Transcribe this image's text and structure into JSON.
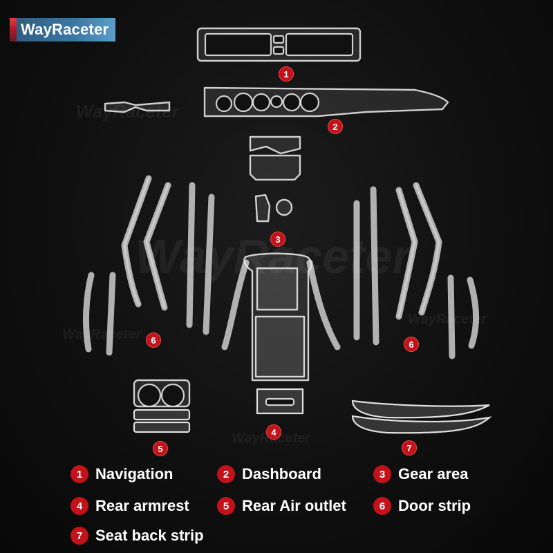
{
  "brand": {
    "name": "WayRaceter"
  },
  "watermark": {
    "text": "WayRaceter"
  },
  "badges": [
    {
      "id": "b1",
      "num": "1"
    },
    {
      "id": "b2",
      "num": "2"
    },
    {
      "id": "b3",
      "num": "3"
    },
    {
      "id": "b4",
      "num": "4"
    },
    {
      "id": "b5",
      "num": "5"
    },
    {
      "id": "b6a",
      "num": "6"
    },
    {
      "id": "b6b",
      "num": "6"
    },
    {
      "id": "b7",
      "num": "7"
    }
  ],
  "legend": [
    {
      "num": "1",
      "label": "Navigation"
    },
    {
      "num": "2",
      "label": "Dashboard"
    },
    {
      "num": "3",
      "label": "Gear area"
    },
    {
      "num": "4",
      "label": "Rear armrest"
    },
    {
      "num": "5",
      "label": "Rear Air outlet"
    },
    {
      "num": "6",
      "label": "Door strip"
    },
    {
      "num": "7",
      "label": "Seat back strip"
    }
  ],
  "colors": {
    "badge": "#c3121a",
    "background": "#0d0d0d",
    "brand_blue": "#3b78a6",
    "brand_red": "#c3121a"
  }
}
